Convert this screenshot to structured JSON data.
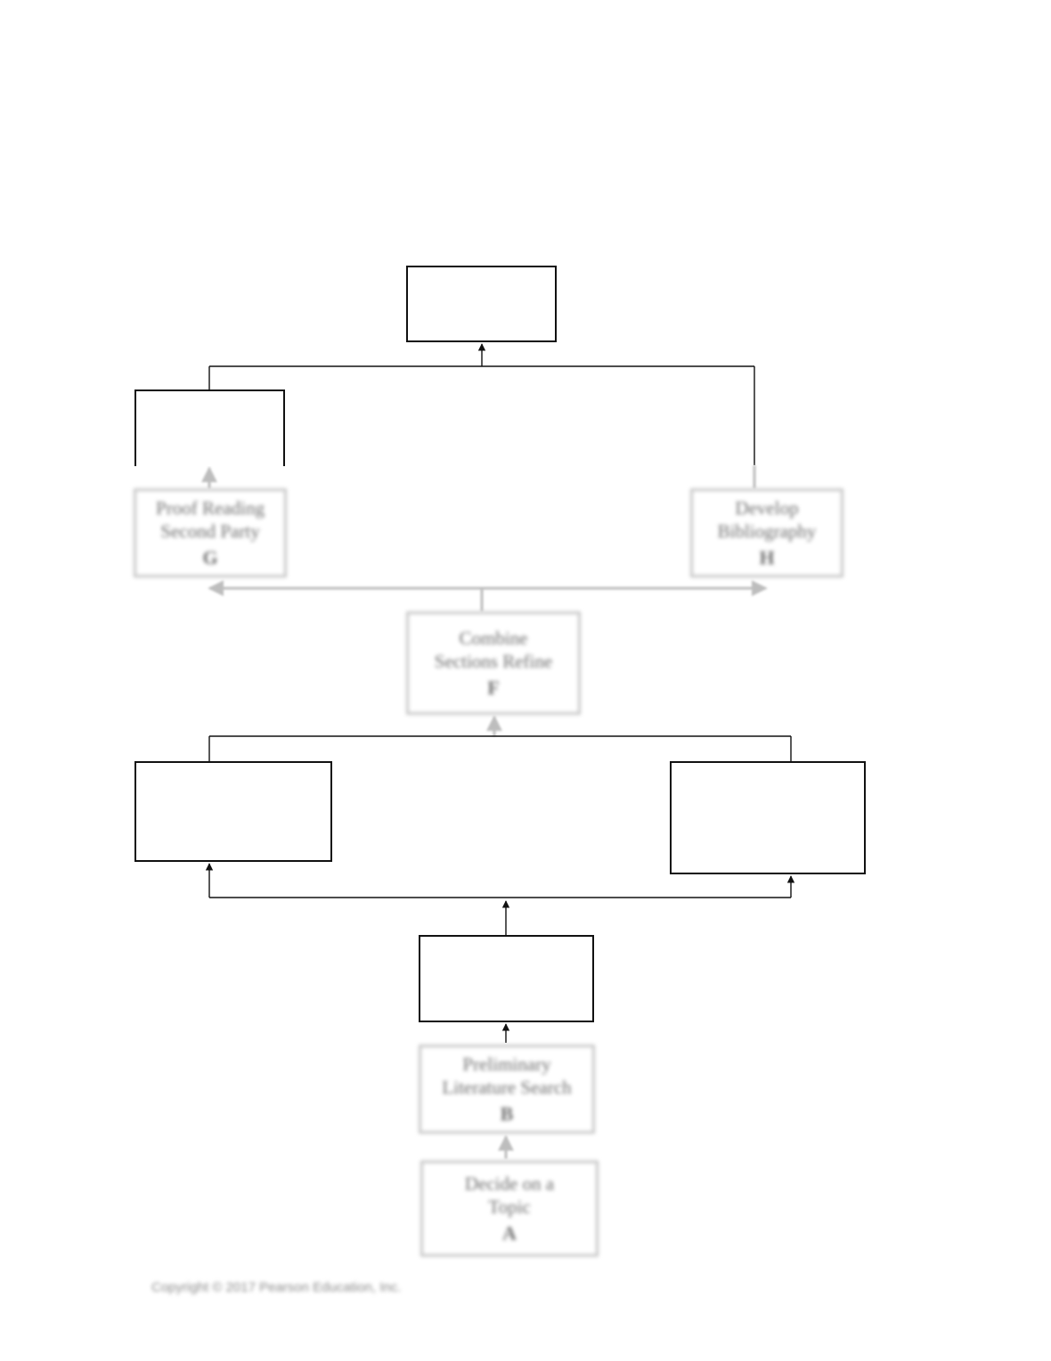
{
  "diagram": {
    "boxes": {
      "G": {
        "line1": "Proof Reading",
        "line2": "Second Party",
        "letter": "G"
      },
      "H": {
        "line1": "Develop",
        "line2": "Bibliography",
        "letter": "H"
      },
      "F": {
        "line1": "Combine",
        "line2": "Sections Refine",
        "letter": "F"
      },
      "B": {
        "line1": "Preliminary",
        "line2": "Literature Search",
        "letter": "B"
      },
      "A": {
        "line1": "Decide on a",
        "line2": "Topic",
        "letter": "A"
      }
    }
  },
  "footer": {
    "copyright": "Copyright © 2017 Pearson Education, Inc."
  },
  "colors": {
    "line": "#111111",
    "faded_line": "#bdbdbd",
    "faded_text": "#6e6e6e"
  }
}
